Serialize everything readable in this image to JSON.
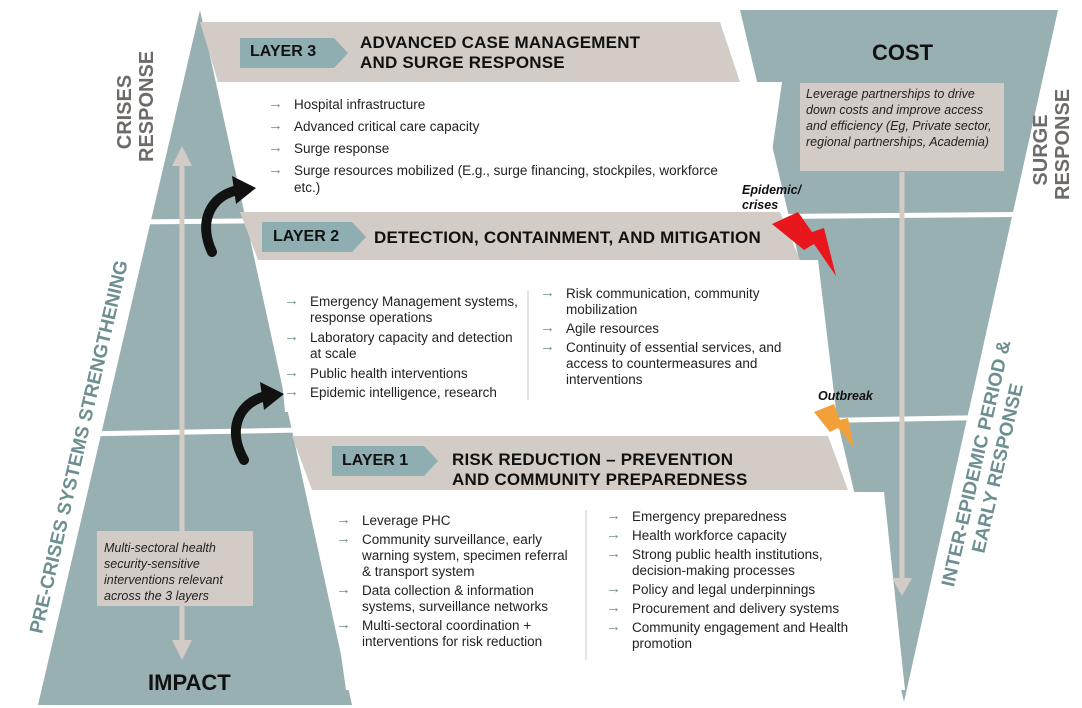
{
  "layer3": {
    "tag": "LAYER 3",
    "title_line1": "ADVANCED CASE MANAGEMENT",
    "title_line2": "AND SURGE RESPONSE",
    "items": [
      "Hospital infrastructure",
      "Advanced critical care capacity",
      "Surge response",
      "Surge resources mobilized (E.g., surge financing, stockpiles, workforce etc.)"
    ]
  },
  "layer2": {
    "tag": "LAYER 2",
    "title": "DETECTION, CONTAINMENT, AND MITIGATION",
    "items_left": [
      "Emergency Management systems, response operations",
      "Laboratory capacity and detection at scale",
      "Public health interventions",
      "Epidemic intelligence, research"
    ],
    "items_right": [
      "Risk communication, community mobilization",
      "Agile resources",
      "Continuity of essential services, and access to countermeasures and interventions"
    ]
  },
  "layer1": {
    "tag": "LAYER 1",
    "title_line1": "RISK REDUCTION – PREVENTION",
    "title_line2": "AND COMMUNITY PREPAREDNESS",
    "items_left": [
      "Leverage PHC",
      "Community surveillance, early warning system, specimen referral & transport system",
      "Data collection & information systems, surveillance networks",
      "Multi-sectoral coordination + interventions for risk reduction"
    ],
    "items_right": [
      "Emergency preparedness",
      "Health workforce capacity",
      "Strong public health institutions, decision-making processes",
      "Policy and legal underpinnings",
      "Procurement and delivery systems",
      "Community engagement and Health promotion"
    ]
  },
  "cost": {
    "title": "COST",
    "note": "Leverage partnerships to drive down costs and improve access and efficiency (Eg, Private sector, regional partnerships, Academia)"
  },
  "impact": {
    "title": "IMPACT",
    "note": "Multi-sectoral health security-sensitive interventions relevant across the 3 layers"
  },
  "side_labels": {
    "crises_response_line1": "CRISES",
    "crises_response_line2": "RESPONSE",
    "pre_crises": "PRE-CRISES SYSTEMS STRENGTHENING",
    "surge_response_line1": "SURGE",
    "surge_response_line2": "RESPONSE",
    "inter_epidemic_line1": "INTER-EPIDEMIC PERIOD &",
    "inter_epidemic_line2": "EARLY RESPONSE"
  },
  "events": {
    "epidemic_line1": "Epidemic/",
    "epidemic_line2": "crises",
    "outbreak": "Outbreak"
  },
  "colors": {
    "teal_shape": "#98b0b2",
    "taupe_band": "#d3cbc5",
    "tag_fill": "#8faeb1",
    "lightning_red": "#e8171e",
    "lightning_orange": "#f2a03a",
    "arrow_black": "#111111",
    "gray_text": "#6e6a68",
    "teal_text": "#6e8f92"
  }
}
